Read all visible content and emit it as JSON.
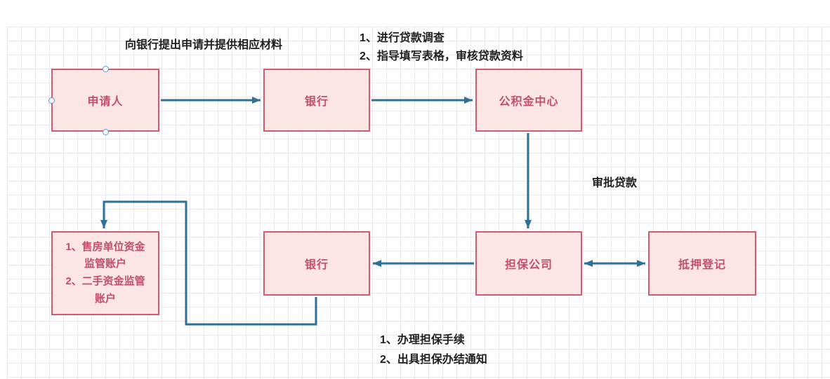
{
  "colors": {
    "node_fill": "#fce5e5",
    "node_border": "#d05c72",
    "node_text": "#c0506a",
    "arrow": "#2f7191",
    "handle_border": "#5b9bd5",
    "grid_line": "#e9e9ed",
    "annotation_text": "#1f1f1f"
  },
  "nodes": {
    "applicant": {
      "label": "申请人"
    },
    "bank_top": {
      "label": "银行"
    },
    "fund_center": {
      "label": "公积金中心"
    },
    "supervision_accounts": {
      "label": "1、售房单位资金\n监管账户\n2、二手资金监管\n账户"
    },
    "bank_bottom": {
      "label": "银行"
    },
    "guarantee_company": {
      "label": "担保公司"
    },
    "mortgage_registration": {
      "label": "抵押登记"
    }
  },
  "annotations": {
    "apply_note": {
      "text": "向银行提出申请并提供相应材料"
    },
    "loan_steps": {
      "lines": [
        "1、进行贷款调查",
        "2、指导填写表格，审核贷款资料"
      ]
    },
    "approve_note": {
      "text": "审批贷款"
    },
    "guarantee_steps": {
      "lines": [
        "1、办理担保手续",
        "2、出具担保办结通知"
      ]
    }
  },
  "edges": [
    {
      "from": "applicant",
      "to": "bank_top",
      "direction": "one-way"
    },
    {
      "from": "bank_top",
      "to": "fund_center",
      "direction": "one-way"
    },
    {
      "from": "fund_center",
      "to": "guarantee_company",
      "direction": "one-way",
      "label": "审批贷款"
    },
    {
      "from": "guarantee_company",
      "to": "bank_bottom",
      "direction": "one-way"
    },
    {
      "from": "guarantee_company",
      "to": "mortgage_registration",
      "direction": "two-way"
    },
    {
      "from": "bank_bottom",
      "to": "supervision_accounts",
      "direction": "one-way"
    }
  ]
}
